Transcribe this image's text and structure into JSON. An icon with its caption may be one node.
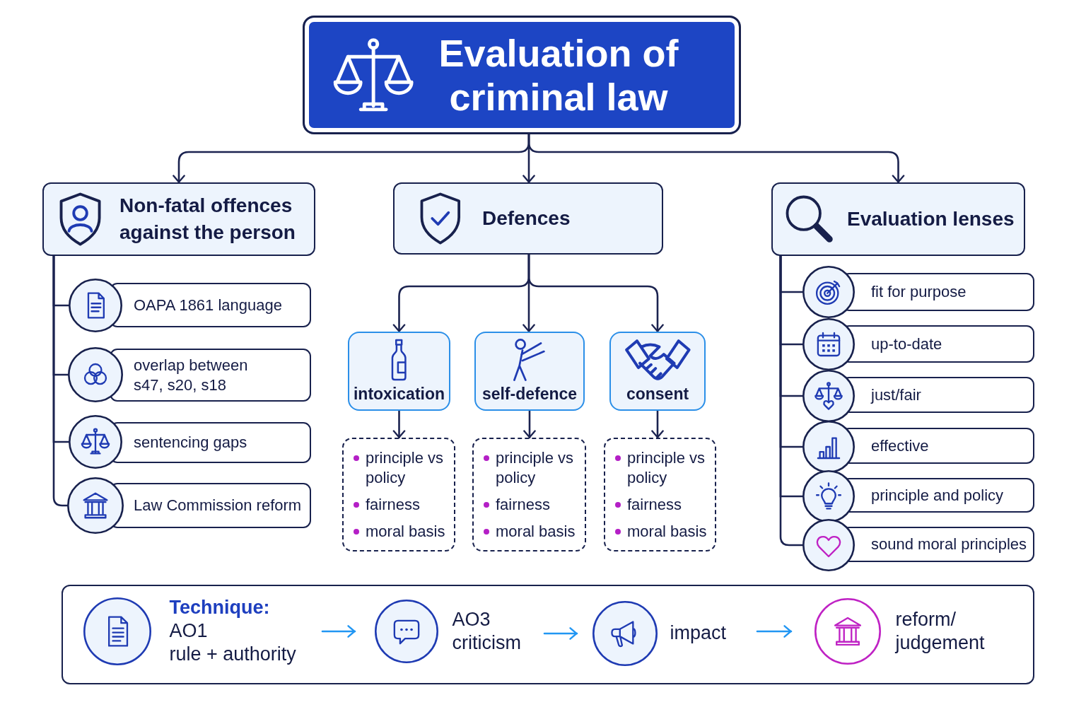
{
  "diagram": {
    "nodes": [
      {
        "text": [
          "Evaluation of criminal law"
        ]
      },
      {
        "text": [
          "Non-fatal offences against the person"
        ]
      },
      {
        "text": [
          "Defences"
        ]
      },
      {
        "text": [
          "Evaluation lenses"
        ]
      },
      {
        "text": [
          "OAPA 1861 language"
        ]
      },
      {
        "text": [
          "overlap between s47, s20, s18"
        ]
      },
      {
        "text": [
          "sentencing gaps"
        ]
      },
      {
        "text": [
          "Law Commission reform"
        ]
      },
      {
        "text": [
          "intoxication"
        ]
      },
      {
        "text": [
          "self-defence"
        ]
      },
      {
        "text": [
          "consent"
        ]
      },
      {
        "text": [
          "principle vs policy",
          "fairness",
          "moral basis"
        ]
      },
      {
        "text": [
          "principle vs policy",
          "fairness",
          "moral basis"
        ]
      },
      {
        "text": [
          "principle vs policy",
          "fairness",
          "moral basis"
        ]
      },
      {
        "text": [
          "fit for purpose"
        ]
      },
      {
        "text": [
          "up-to-date"
        ]
      },
      {
        "text": [
          "just/fair"
        ]
      },
      {
        "text": [
          "effective"
        ]
      },
      {
        "text": [
          "principle and policy"
        ]
      },
      {
        "text": [
          "sound moral principles"
        ]
      },
      {
        "text": [],
        "shape": "box"
      },
      {
        "text": [
          "Technique:",
          "AO1",
          "rule + authority"
        ],
        "in": 20
      },
      {
        "text": [
          "AO3 criticism"
        ],
        "in": 20
      },
      {
        "text": [
          "impact"
        ],
        "in": 20
      },
      {
        "text": [
          "reform/ judgement"
        ],
        "in": 20
      }
    ],
    "edges": [
      {
        "from": 0,
        "to": 1,
        "arrow": "to"
      },
      {
        "from": 0,
        "to": 2,
        "arrow": "to"
      },
      {
        "from": 0,
        "to": 3,
        "arrow": "to"
      },
      {
        "from": 1,
        "to": 4,
        "arrow": "none"
      },
      {
        "from": 1,
        "to": 5,
        "arrow": "none"
      },
      {
        "from": 1,
        "to": 6,
        "arrow": "none"
      },
      {
        "from": 1,
        "to": 7,
        "arrow": "none"
      },
      {
        "from": 2,
        "to": 8,
        "arrow": "to"
      },
      {
        "from": 2,
        "to": 9,
        "arrow": "to"
      },
      {
        "from": 2,
        "to": 10,
        "arrow": "to"
      },
      {
        "from": 8,
        "to": 11,
        "arrow": "to"
      },
      {
        "from": 9,
        "to": 12,
        "arrow": "to"
      },
      {
        "from": 10,
        "to": 13,
        "arrow": "to"
      },
      {
        "from": 3,
        "to": 14,
        "arrow": "none"
      },
      {
        "from": 3,
        "to": 15,
        "arrow": "none"
      },
      {
        "from": 3,
        "to": 16,
        "arrow": "none"
      },
      {
        "from": 3,
        "to": 17,
        "arrow": "none"
      },
      {
        "from": 3,
        "to": 18,
        "arrow": "none"
      },
      {
        "from": 3,
        "to": 19,
        "arrow": "none"
      },
      {
        "from": 21,
        "to": 22,
        "arrow": "to",
        "color": "#2196f3"
      },
      {
        "from": 22,
        "to": 23,
        "arrow": "to",
        "color": "#2196f3"
      },
      {
        "from": 23,
        "to": 24,
        "arrow": "to",
        "color": "#2196f3"
      }
    ]
  }
}
